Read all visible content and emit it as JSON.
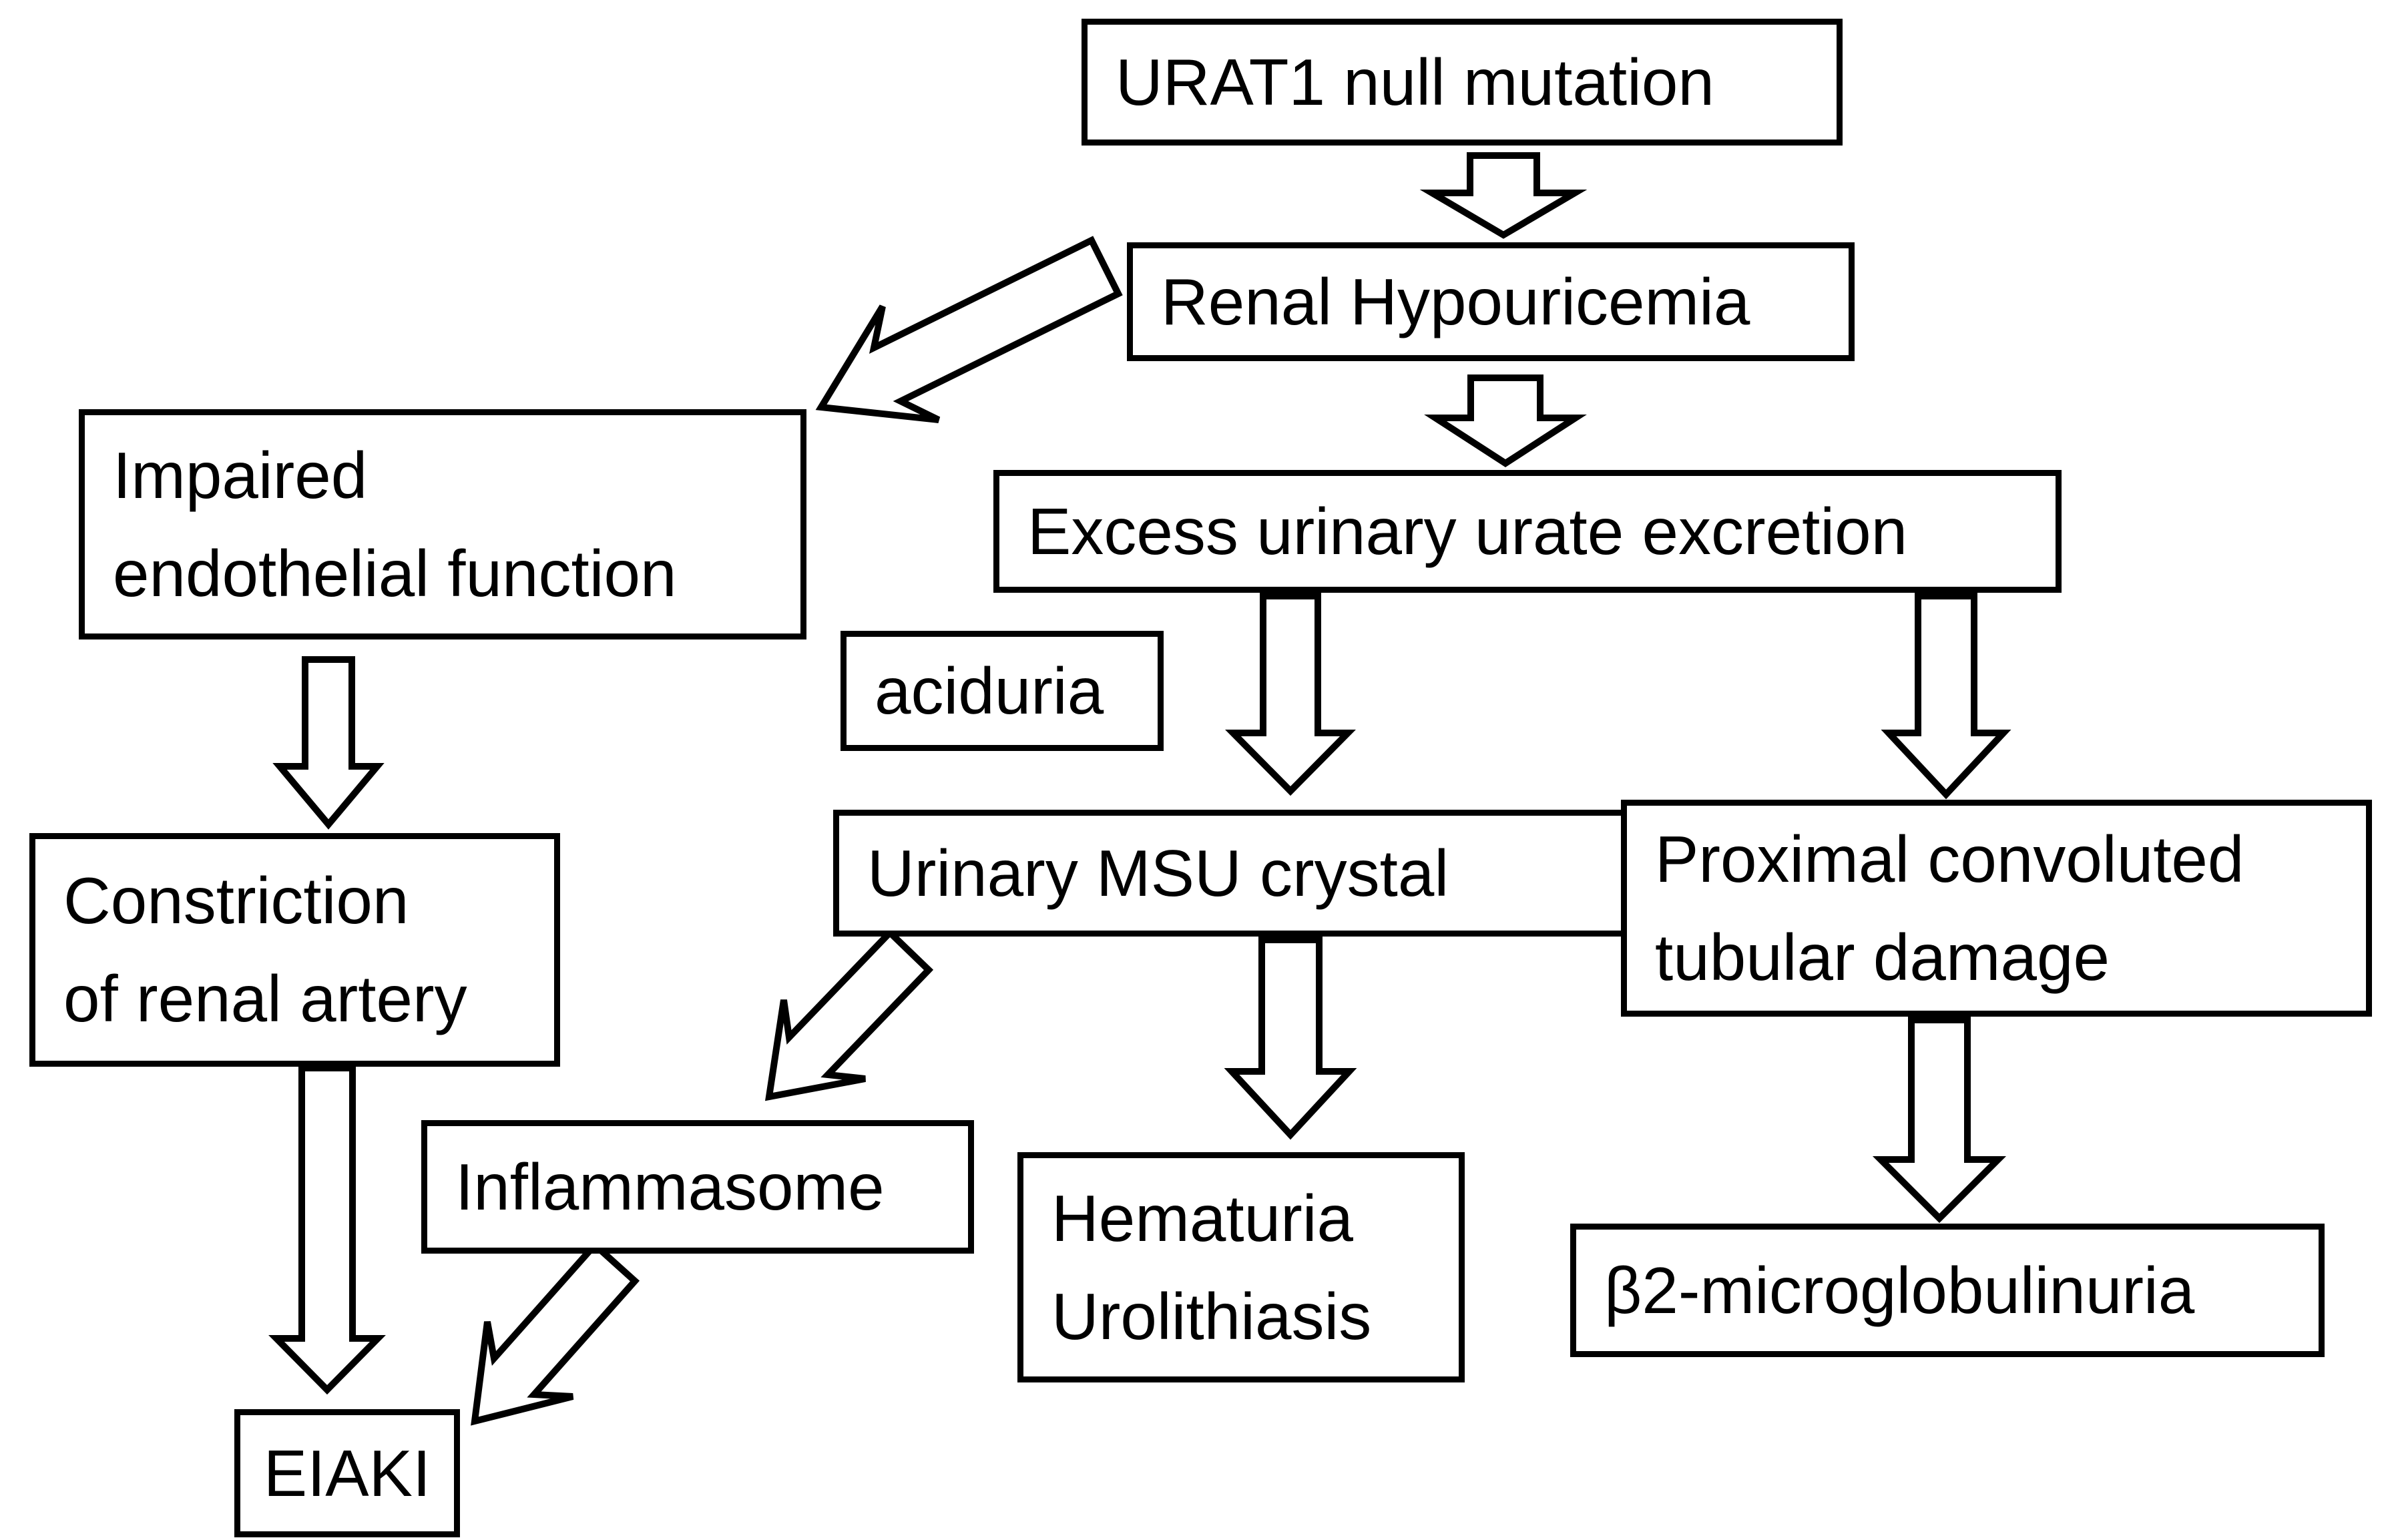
{
  "diagram": {
    "title": "URAT1 null mutation flowchart",
    "colors": {
      "background": "#ffffff",
      "box_fill": "#ffffff",
      "box_border": "#000000",
      "text": "#000000",
      "arrow_fill": "#ffffff",
      "arrow_outline": "#000000"
    },
    "nodes": {
      "urat1": {
        "label": "URAT1 null mutation"
      },
      "renal": {
        "label": "Renal Hypouricemia"
      },
      "impaired": {
        "label": "Impaired\nendothelial function"
      },
      "excess": {
        "label": "Excess urinary urate excretion"
      },
      "aciduria": {
        "label": "aciduria"
      },
      "msu": {
        "label": "Urinary MSU crystal"
      },
      "proximal": {
        "label": "Proximal convoluted\ntubular damage"
      },
      "constriction": {
        "label": "Constriction\nof renal artery"
      },
      "inflammasome": {
        "label": "Inflammasome"
      },
      "hematuria": {
        "label": "Hematuria\nUrolithiasis"
      },
      "beta2": {
        "label": "β2-microglobulinuria"
      },
      "eiaki": {
        "label": "EIAKI"
      }
    },
    "edges": [
      {
        "from": "URAT1 null mutation",
        "to": "Renal Hypouricemia"
      },
      {
        "from": "Renal Hypouricemia",
        "to": "Impaired endothelial function"
      },
      {
        "from": "Renal Hypouricemia",
        "to": "Excess urinary urate excretion"
      },
      {
        "from": "Excess urinary urate excretion",
        "to": "Urinary MSU crystal"
      },
      {
        "from": "Excess urinary urate excretion",
        "to": "Proximal convoluted tubular damage"
      },
      {
        "from": "Impaired endothelial function",
        "to": "Constriction of renal artery"
      },
      {
        "from": "Urinary MSU crystal",
        "to": "Inflammasome"
      },
      {
        "from": "Urinary MSU crystal",
        "to": "Hematuria Urolithiasis"
      },
      {
        "from": "Proximal convoluted tubular damage",
        "to": "β2-microglobulinuria"
      },
      {
        "from": "Constriction of renal artery",
        "to": "EIAKI"
      },
      {
        "from": "Inflammasome",
        "to": "EIAKI"
      }
    ]
  }
}
